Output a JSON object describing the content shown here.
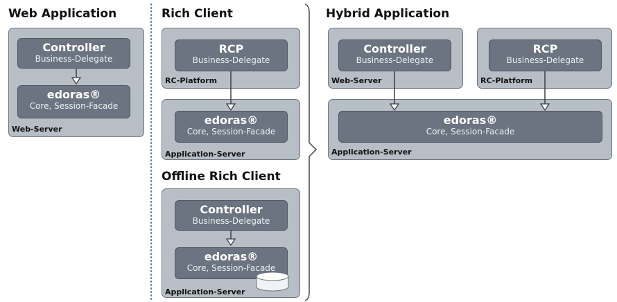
{
  "sections": {
    "web_application": {
      "title": "Web Application",
      "controller": {
        "title": "Controller",
        "subtitle": "Business-Delegate"
      },
      "edoras": {
        "title": "edoras®",
        "subtitle": "Core, Session-Facade"
      },
      "container_label": "Web-Server"
    },
    "rich_client": {
      "title": "Rich Client",
      "rcp": {
        "title": "RCP",
        "subtitle": "Business-Delegate"
      },
      "platform_label": "RC-Platform",
      "edoras": {
        "title": "edoras®",
        "subtitle": "Core, Session-Facade"
      },
      "server_label": "Application-Server"
    },
    "offline_rich_client": {
      "title": "Offline Rich Client",
      "controller": {
        "title": "Controller",
        "subtitle": "Business-Delegate"
      },
      "edoras": {
        "title": "edoras®",
        "subtitle": "Core, Session-Facade"
      },
      "server_label": "Application-Server"
    },
    "hybrid_application": {
      "title": "Hybrid Application",
      "controller": {
        "title": "Controller",
        "subtitle": "Business-Delegate"
      },
      "web_server_label": "Web-Server",
      "rcp": {
        "title": "RCP",
        "subtitle": "Business-Delegate"
      },
      "platform_label": "RC-Platform",
      "edoras": {
        "title": "edoras®",
        "subtitle": "Core, Session-Facade"
      },
      "server_label": "Application-Server"
    }
  },
  "colors": {
    "outer_container": "#b8bec6",
    "inner_component": "#6b7480",
    "divider_dots": "#3f78b8"
  },
  "icons": {
    "database": "database-icon"
  }
}
